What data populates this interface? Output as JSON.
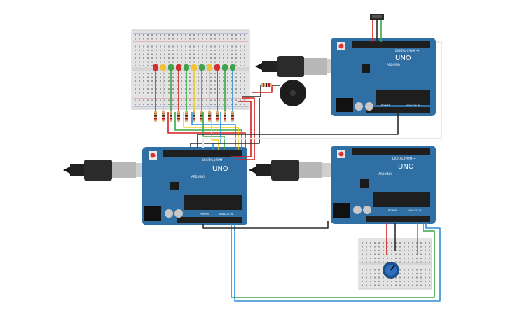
{
  "boards": [
    {
      "id": "uno-top-right",
      "brand": "ARDUINO",
      "model": "UNO",
      "digital_label": "DIGITAL (PWM ~)",
      "power_label": "POWER",
      "analog_label": "ANALOG IN"
    },
    {
      "id": "uno-bottom-left",
      "brand": "ARDUINO",
      "model": "UNO",
      "digital_label": "DIGITAL (PWM ~)",
      "power_label": "POWER",
      "analog_label": "ANALOG IN"
    },
    {
      "id": "uno-bottom-right",
      "brand": "ARDUINO",
      "model": "UNO",
      "digital_label": "DIGITAL (PWM ~)",
      "power_label": "POWER",
      "analog_label": "ANALOG IN"
    }
  ],
  "leds": {
    "colors": [
      "#d32f2f",
      "#f2c230",
      "#3fa34d",
      "#d32f2f",
      "#3fa34d",
      "#f2c230",
      "#3fa34d",
      "#f2c230",
      "#d32f2f",
      "#3fa34d",
      "#3fa34d"
    ]
  },
  "wire_colors": {
    "red": "#d32020",
    "black": "#2a2a2a",
    "green": "#3aa64a",
    "blue": "#2e8fd6",
    "yellow": "#f2d020",
    "white": "#f4f4f4",
    "board": "#2f6fa3"
  }
}
